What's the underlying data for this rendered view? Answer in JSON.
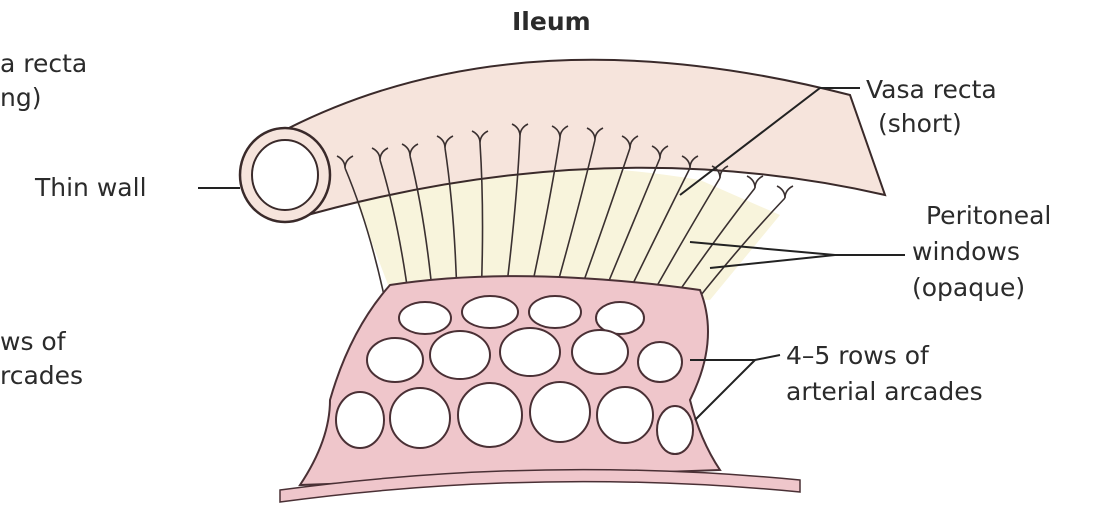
{
  "title": "Ileum",
  "left_labels": {
    "vasa_recta_line1": "a recta",
    "vasa_recta_line2": "ng)",
    "thin_wall": "Thin wall",
    "rows_line1": "ws of",
    "rows_line2": "rcades"
  },
  "right_labels": {
    "vasa_recta_line1": "Vasa recta",
    "vasa_recta_line2": "(short)",
    "peritoneal_line1": "Peritoneal",
    "peritoneal_line2": "windows",
    "peritoneal_line3": "(opaque)",
    "arcades_line1": "4–5 rows of",
    "arcades_line2": "arterial arcades"
  },
  "colors": {
    "intestine_fill": "#f6e4dc",
    "intestine_stroke": "#3a2a2a",
    "mesentery_fill": "#f8f4dc",
    "artery_fill": "#efc6cb",
    "artery_stroke": "#4a3035",
    "leader_line": "#222222"
  }
}
